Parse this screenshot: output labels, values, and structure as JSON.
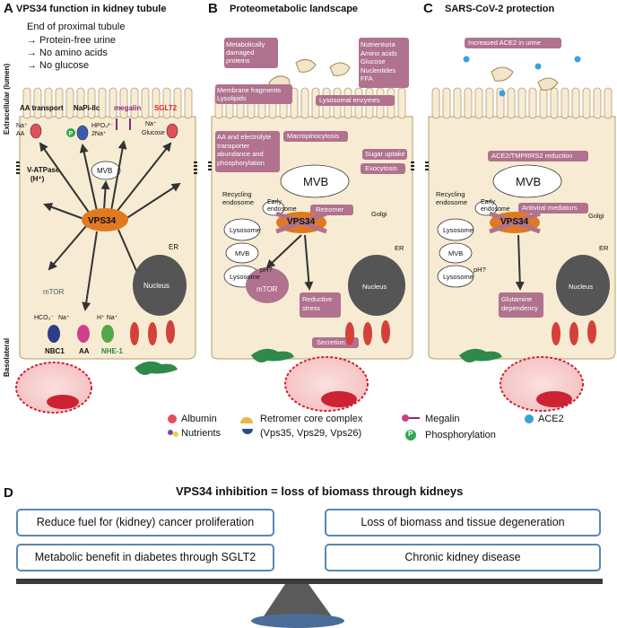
{
  "panelA": {
    "letter": "A",
    "title": "VPS34 function in kidney tubule",
    "notes": [
      "End of proximal tubule",
      "→ Protein-free urine",
      "→ No amino acids",
      "→ No glucose"
    ],
    "side_top": "Extracellular (lumen)",
    "side_bottom": "Basolateral",
    "transporters": {
      "aa": "AA transport",
      "napi": "NaPi-IIc",
      "megalin": "megalin",
      "sglt2": "SGLT2",
      "na": "Na⁺",
      "aa_small": "AA",
      "hpo4": "HPO₄²⁻",
      "na2": "2Na⁺",
      "na3": "Na⁺",
      "glucose": "Glucose",
      "p": "P"
    },
    "vatpase": "V-ATPase",
    "hplus": "(H⁺)",
    "mvb": "MVB",
    "vps34": "VPS34",
    "er": "ER",
    "nucleus": "Nucleus",
    "mtor": "mTOR",
    "baso": {
      "hco3": "HCO₃⁻",
      "na_b": "Na⁺",
      "hna": "H⁺ Na⁺",
      "nbc1": "NBC1",
      "aa": "AA",
      "nhe1": "NHE-1"
    }
  },
  "panelB": {
    "letter": "B",
    "title": "Proteometabolic landscape",
    "labels": {
      "damaged": "Metabolically damaged proteins",
      "nutrienturia": "Nutrienturia Amino acids Glucose Nucleotides FFA",
      "membrane": "Membrane fragments Lysolipids",
      "lysenz": "Lysosomal enzymes",
      "aa_elec": "AA and electrolyte transporter abundance and phosphorylation",
      "macro": "Macropinocytosis",
      "sugar": "Sugar uptake",
      "exo": "Exocytosis",
      "mvb": "MVB",
      "recycling": "Recycling endosome",
      "early": "Early endosome",
      "retromer": "Retromer",
      "golgi": "Golgi",
      "lysosome": "Lysosome",
      "lysosome2": "Lysosome",
      "mvb_small": "MVB",
      "vps34": "VPS34",
      "ph": "pH?",
      "mtor": "mTOR",
      "er": "ER",
      "nucleus": "Nucleus",
      "reductive": "Reductive stress",
      "secretion": "Secretion"
    }
  },
  "panelC": {
    "letter": "C",
    "title": "SARS-CoV-2 protection",
    "labels": {
      "ace2urine": "Increased ACE2 in urine",
      "tmprss": "ACE2/TMPRRS2 reduction",
      "mvb": "MVB",
      "recycling": "Recycling endosome",
      "early": "Early endosome",
      "antiviral": "Antiviral mediators",
      "golgi": "Golgi",
      "lysosome": "Lysosome",
      "lysosome2": "Lysosome",
      "mvb_small": "MVB",
      "vps34": "VPS34",
      "ph": "pH?",
      "er": "ER",
      "nucleus": "Nucleus",
      "glutamine": "Glutamine dependency"
    }
  },
  "legend": {
    "albumin": "Albumin",
    "nutrients": "Nutrients",
    "retromer": "Retromer core complex",
    "retromer_sub": "(Vps35, Vps29, Vps26)",
    "megalin": "Megalin",
    "phospho": "Phosphorylation",
    "p": "P",
    "ace2": "ACE2"
  },
  "panelD": {
    "letter": "D",
    "title": "VPS34 inhibition = loss of biomass through kidneys",
    "boxes": [
      "Reduce fuel for (kidney) cancer proliferation",
      "Metabolic benefit in diabetes through SGLT2",
      "Loss of biomass and tissue degeneration",
      "Chronic kidney disease"
    ]
  },
  "colors": {
    "cell": "#f7ecd3",
    "vps34": "#e07a22",
    "label_box": "#b0728e",
    "albumin": "#e0505a",
    "ace2": "#3aa0d8",
    "nucleus": "#555555",
    "fibroblast": "#2f8a4a",
    "megalin": "#8b2a7a",
    "box_border": "#5b87b0",
    "fulcrum": "#5a5a5a"
  }
}
